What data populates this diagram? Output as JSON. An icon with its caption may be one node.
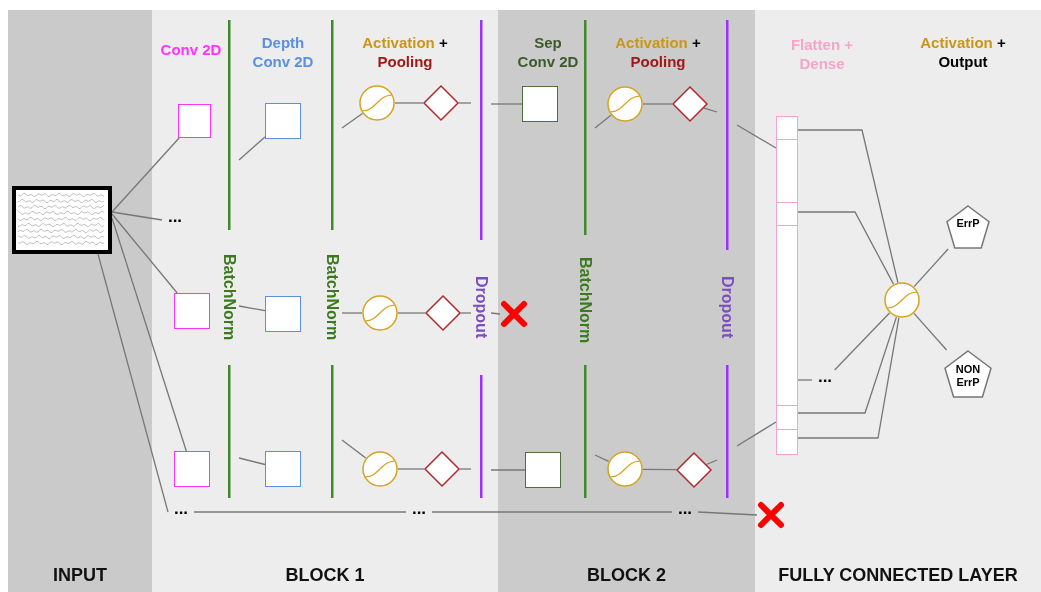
{
  "diagram": {
    "nodes": [
      {
        "text": [
          "INPUT"
        ]
      },
      {
        "text": [],
        "shape": "picture",
        "in": 0
      },
      {
        "text": [
          "BLOCK 1"
        ]
      },
      {
        "text": [],
        "shape": "box",
        "in": 2
      },
      {
        "text": [
          "..."
        ],
        "in": 2
      },
      {
        "text": [],
        "shape": "box",
        "in": 2
      },
      {
        "text": [],
        "shape": "box",
        "in": 2
      },
      {
        "text": [
          "..."
        ],
        "in": 2
      },
      {
        "text": [
          "BatchNorm"
        ],
        "in": 2
      },
      {
        "text": [],
        "shape": "box",
        "in": 2
      },
      {
        "text": [],
        "shape": "box",
        "in": 2
      },
      {
        "text": [],
        "shape": "box",
        "in": 2
      },
      {
        "text": [
          "BatchNorm"
        ],
        "in": 2
      },
      {
        "text": [],
        "shape": "circle",
        "in": 2
      },
      {
        "text": [],
        "shape": "diamond",
        "in": 2
      },
      {
        "text": [],
        "shape": "circle",
        "in": 2
      },
      {
        "text": [],
        "shape": "diamond",
        "in": 2
      },
      {
        "text": [],
        "shape": "circle",
        "in": 2
      },
      {
        "text": [],
        "shape": "diamond",
        "in": 2
      },
      {
        "text": [
          "..."
        ],
        "in": 2
      },
      {
        "text": [
          "Dropout"
        ],
        "in": 2
      },
      {
        "text": [
          "BLOCK 2"
        ]
      },
      {
        "text": [],
        "shape": "cross",
        "in": 21
      },
      {
        "text": [],
        "shape": "box",
        "in": 21
      },
      {
        "text": [],
        "shape": "box",
        "in": 21
      },
      {
        "text": [
          "BatchNorm"
        ],
        "in": 21
      },
      {
        "text": [],
        "shape": "circle",
        "in": 21
      },
      {
        "text": [],
        "shape": "diamond",
        "in": 21
      },
      {
        "text": [],
        "shape": "circle",
        "in": 21
      },
      {
        "text": [],
        "shape": "diamond",
        "in": 21
      },
      {
        "text": [
          "..."
        ],
        "in": 21
      },
      {
        "text": [
          "Dropout"
        ],
        "in": 21
      },
      {
        "text": [
          "FULLY CONNECTED LAYER"
        ]
      },
      {
        "text": [],
        "shape": "cross",
        "in": 32
      },
      {
        "text": [],
        "shape": "bar",
        "in": 32
      },
      {
        "text": [
          "..."
        ],
        "in": 32
      },
      {
        "text": [],
        "shape": "circle",
        "in": 32
      },
      {
        "text": [
          "ErrP"
        ],
        "in": 32
      },
      {
        "text": [
          "NON ErrP"
        ],
        "in": 32
      }
    ],
    "edges": [
      {
        "from": 1,
        "to": 3,
        "arrow": "none"
      },
      {
        "from": 1,
        "to": 4,
        "arrow": "none"
      },
      {
        "from": 1,
        "to": 5,
        "arrow": "none"
      },
      {
        "from": 1,
        "to": 6,
        "arrow": "none"
      },
      {
        "from": 1,
        "to": 7,
        "arrow": "none"
      },
      {
        "from": 8,
        "to": 9,
        "arrow": "none"
      },
      {
        "from": 8,
        "to": 10,
        "arrow": "none"
      },
      {
        "from": 8,
        "to": 11,
        "arrow": "none"
      },
      {
        "from": 12,
        "to": 13,
        "arrow": "none"
      },
      {
        "from": 12,
        "to": 15,
        "arrow": "none"
      },
      {
        "from": 12,
        "to": 17,
        "arrow": "none"
      },
      {
        "from": 13,
        "to": 14,
        "arrow": "none"
      },
      {
        "from": 15,
        "to": 16,
        "arrow": "none"
      },
      {
        "from": 17,
        "to": 18,
        "arrow": "none"
      },
      {
        "from": 14,
        "to": 20,
        "arrow": "none"
      },
      {
        "from": 20,
        "to": 23,
        "arrow": "none"
      },
      {
        "from": 16,
        "to": 20,
        "arrow": "none"
      },
      {
        "from": 20,
        "to": 22,
        "arrow": "none"
      },
      {
        "from": 18,
        "to": 20,
        "arrow": "none"
      },
      {
        "from": 20,
        "to": 24,
        "arrow": "none"
      },
      {
        "from": 7,
        "to": 19,
        "arrow": "none"
      },
      {
        "from": 19,
        "to": 30,
        "arrow": "none"
      },
      {
        "from": 30,
        "to": 33,
        "arrow": "none"
      },
      {
        "from": 25,
        "to": 26,
        "arrow": "none"
      },
      {
        "from": 25,
        "to": 28,
        "arrow": "none"
      },
      {
        "from": 26,
        "to": 27,
        "arrow": "none"
      },
      {
        "from": 28,
        "to": 29,
        "arrow": "none"
      },
      {
        "from": 27,
        "to": 31,
        "arrow": "none"
      },
      {
        "from": 31,
        "to": 34,
        "arrow": "none"
      },
      {
        "from": 29,
        "to": 31,
        "arrow": "none"
      },
      {
        "from": 31,
        "to": 34,
        "arrow": "none"
      },
      {
        "from": 34,
        "to": 36,
        "arrow": "none"
      },
      {
        "from": 34,
        "to": 36,
        "arrow": "none"
      },
      {
        "from": 34,
        "to": 35,
        "arrow": "none"
      },
      {
        "from": 35,
        "to": 36,
        "arrow": "none"
      },
      {
        "from": 34,
        "to": 36,
        "arrow": "none"
      },
      {
        "from": 34,
        "to": 36,
        "arrow": "none"
      },
      {
        "from": 36,
        "to": 37,
        "arrow": "none"
      },
      {
        "from": 36,
        "to": 38,
        "arrow": "none"
      }
    ],
    "labels": [
      "Conv 2D",
      "Depth Conv 2D",
      "Activation + Pooling",
      "Sep Conv 2D",
      "Activation + Pooling",
      "Flatten + Dense",
      "Activation + Output"
    ]
  }
}
